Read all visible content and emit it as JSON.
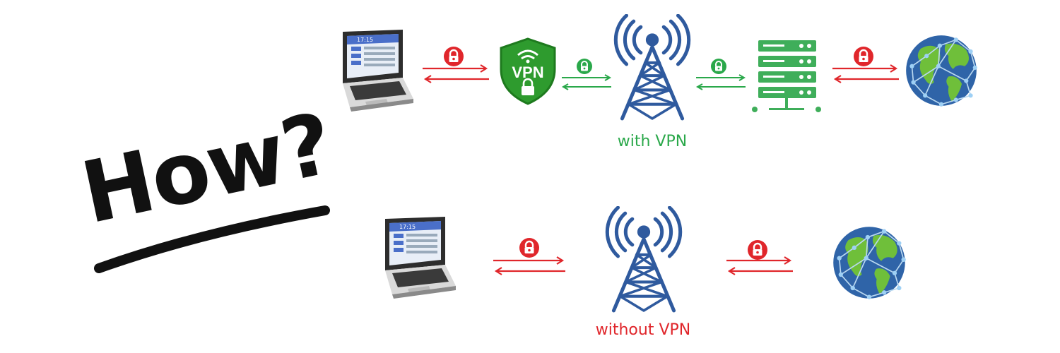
{
  "headline": {
    "text": "How?"
  },
  "laptop": {
    "clock": "17:15"
  },
  "vpn_shield": {
    "text": "VPN"
  },
  "rows": {
    "with_vpn": {
      "label": "with VPN",
      "color": "#2aa84a"
    },
    "without_vpn": {
      "label": "without VPN",
      "color": "#e0262b"
    }
  },
  "colors": {
    "secure": "#2aa84a",
    "insecure": "#e0262b",
    "tower": "#2f5a9e",
    "shield": "#2e9b2e",
    "server": "#3fae5a"
  },
  "icons": {
    "laptop": "laptop-icon",
    "vpn": "vpn-shield-icon",
    "tower": "cell-tower-icon",
    "server": "server-icon",
    "globe": "globe-icon",
    "lock": "padlock-icon"
  }
}
